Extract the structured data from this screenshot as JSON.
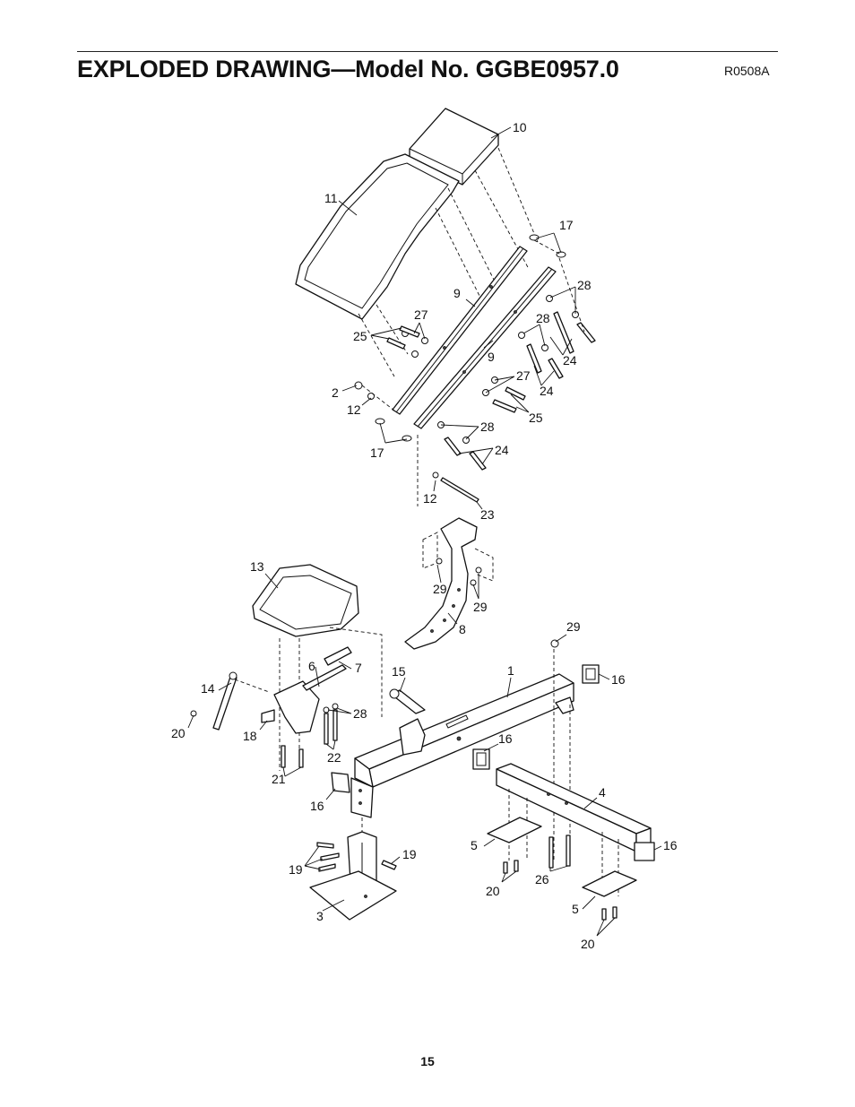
{
  "header": {
    "title": "EXPLODED DRAWING—Model No. GGBE0957.0",
    "drawing_code": "R0508A"
  },
  "footer": {
    "page_number": "15"
  },
  "callouts": [
    {
      "id": "c10a",
      "text": "10"
    },
    {
      "id": "c11a",
      "text": "11"
    },
    {
      "id": "c17a",
      "text": "17"
    },
    {
      "id": "c28a",
      "text": "28"
    },
    {
      "id": "c9a",
      "text": "9"
    },
    {
      "id": "c27a",
      "text": "27"
    },
    {
      "id": "c28b",
      "text": "28"
    },
    {
      "id": "c25a",
      "text": "25"
    },
    {
      "id": "c9b",
      "text": "9"
    },
    {
      "id": "c24a",
      "text": "24"
    },
    {
      "id": "c27b",
      "text": "27"
    },
    {
      "id": "c24b",
      "text": "24"
    },
    {
      "id": "c2a",
      "text": "2"
    },
    {
      "id": "c12a",
      "text": "12"
    },
    {
      "id": "c25b",
      "text": "25"
    },
    {
      "id": "c28c",
      "text": "28"
    },
    {
      "id": "c17b",
      "text": "17"
    },
    {
      "id": "c24c",
      "text": "24"
    },
    {
      "id": "c12b",
      "text": "12"
    },
    {
      "id": "c23a",
      "text": "23"
    },
    {
      "id": "c13a",
      "text": "13"
    },
    {
      "id": "c29a",
      "text": "29"
    },
    {
      "id": "c29b",
      "text": "29"
    },
    {
      "id": "c8a",
      "text": "8"
    },
    {
      "id": "c29c",
      "text": "29"
    },
    {
      "id": "c6a",
      "text": "6"
    },
    {
      "id": "c7a",
      "text": "7"
    },
    {
      "id": "c15a",
      "text": "15"
    },
    {
      "id": "c1a",
      "text": "1"
    },
    {
      "id": "c16a",
      "text": "16"
    },
    {
      "id": "c14a",
      "text": "14"
    },
    {
      "id": "c28d",
      "text": "28"
    },
    {
      "id": "c20a",
      "text": "20"
    },
    {
      "id": "c18a",
      "text": "18"
    },
    {
      "id": "c22a",
      "text": "22"
    },
    {
      "id": "c16b",
      "text": "16"
    },
    {
      "id": "c21a",
      "text": "21"
    },
    {
      "id": "c16c",
      "text": "16"
    },
    {
      "id": "c4a",
      "text": "4"
    },
    {
      "id": "c16d",
      "text": "16"
    },
    {
      "id": "c19a",
      "text": "19"
    },
    {
      "id": "c19b",
      "text": "19"
    },
    {
      "id": "c5a",
      "text": "5"
    },
    {
      "id": "c20b",
      "text": "20"
    },
    {
      "id": "c26a",
      "text": "26"
    },
    {
      "id": "c3a",
      "text": "3"
    },
    {
      "id": "c5b",
      "text": "5"
    },
    {
      "id": "c20c",
      "text": "20"
    }
  ]
}
